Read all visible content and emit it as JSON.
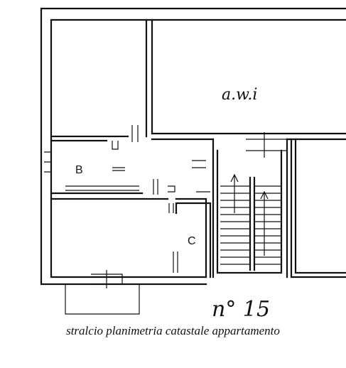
{
  "plan": {
    "room_b_label": "B",
    "room_c_label": "C",
    "area_label": "a.w.i",
    "number_label": "n° 15"
  },
  "caption": "stralcio planimetria catastale appartamento"
}
